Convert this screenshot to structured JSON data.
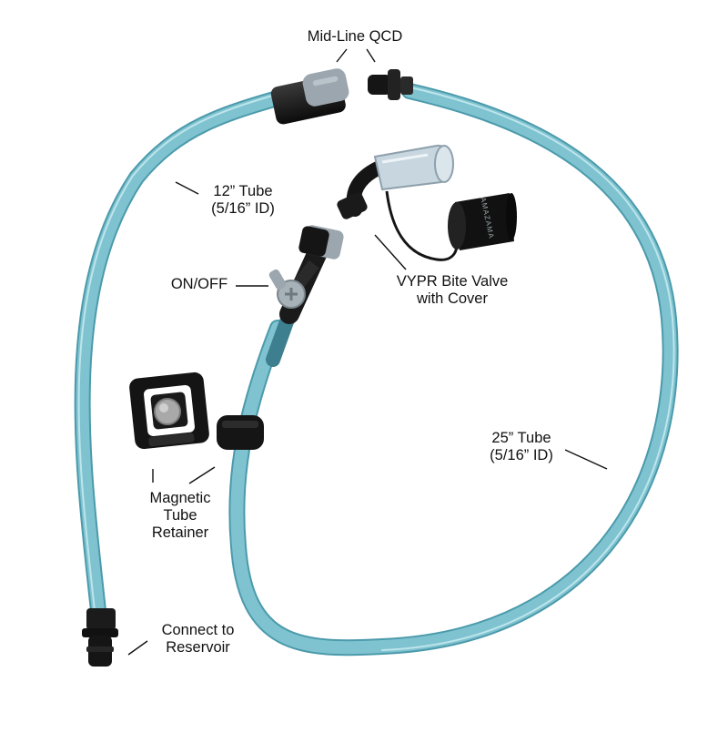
{
  "labels": {
    "midline_qcd": "Mid-Line QCD",
    "tube_12": {
      "line1": "12” Tube",
      "line2": "(5/16” ID)"
    },
    "bite_valve": {
      "line1": "VYPR Bite Valve",
      "line2": "with Cover"
    },
    "on_off": "ON/OFF",
    "tube_25": {
      "line1": "25” Tube",
      "line2": "(5/16” ID)"
    },
    "retainer": {
      "line1": "Magnetic",
      "line2": "Tube",
      "line3": "Retainer"
    },
    "reservoir": {
      "line1": "Connect to",
      "line2": "Reservoir"
    }
  },
  "cover_brand": "AMAZAMA",
  "colors": {
    "tube": "#7fc3d0",
    "tube_edge": "#4b9aab",
    "tube_highlight": "#cdeef3",
    "connector_black": "#121212",
    "connector_grey": "#9ba6ae",
    "valve_clear": "#c7d6df",
    "leader": "#111111"
  }
}
